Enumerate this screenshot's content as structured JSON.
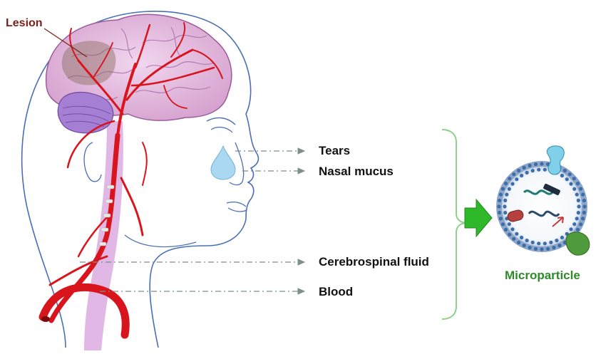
{
  "labels": {
    "lesion": "Lesion",
    "tears": "Tears",
    "nasal_mucus": "Nasal mucus",
    "csf": "Cerebrospinal fluid",
    "blood": "Blood",
    "microparticle": "Microparticle"
  },
  "colors": {
    "lesion_text": "#7a1f1a",
    "microparticle_text": "#2f8a2a",
    "brain": "#e3b8dc",
    "cerebellum": "#a07ad0",
    "vessel": "#d8141c",
    "outline": "#4a6fb5",
    "bracket": "#8fd18a",
    "arrow_green": "#2fb82a",
    "leader": "#7d8f8a",
    "spine": "#d9a6dc"
  }
}
